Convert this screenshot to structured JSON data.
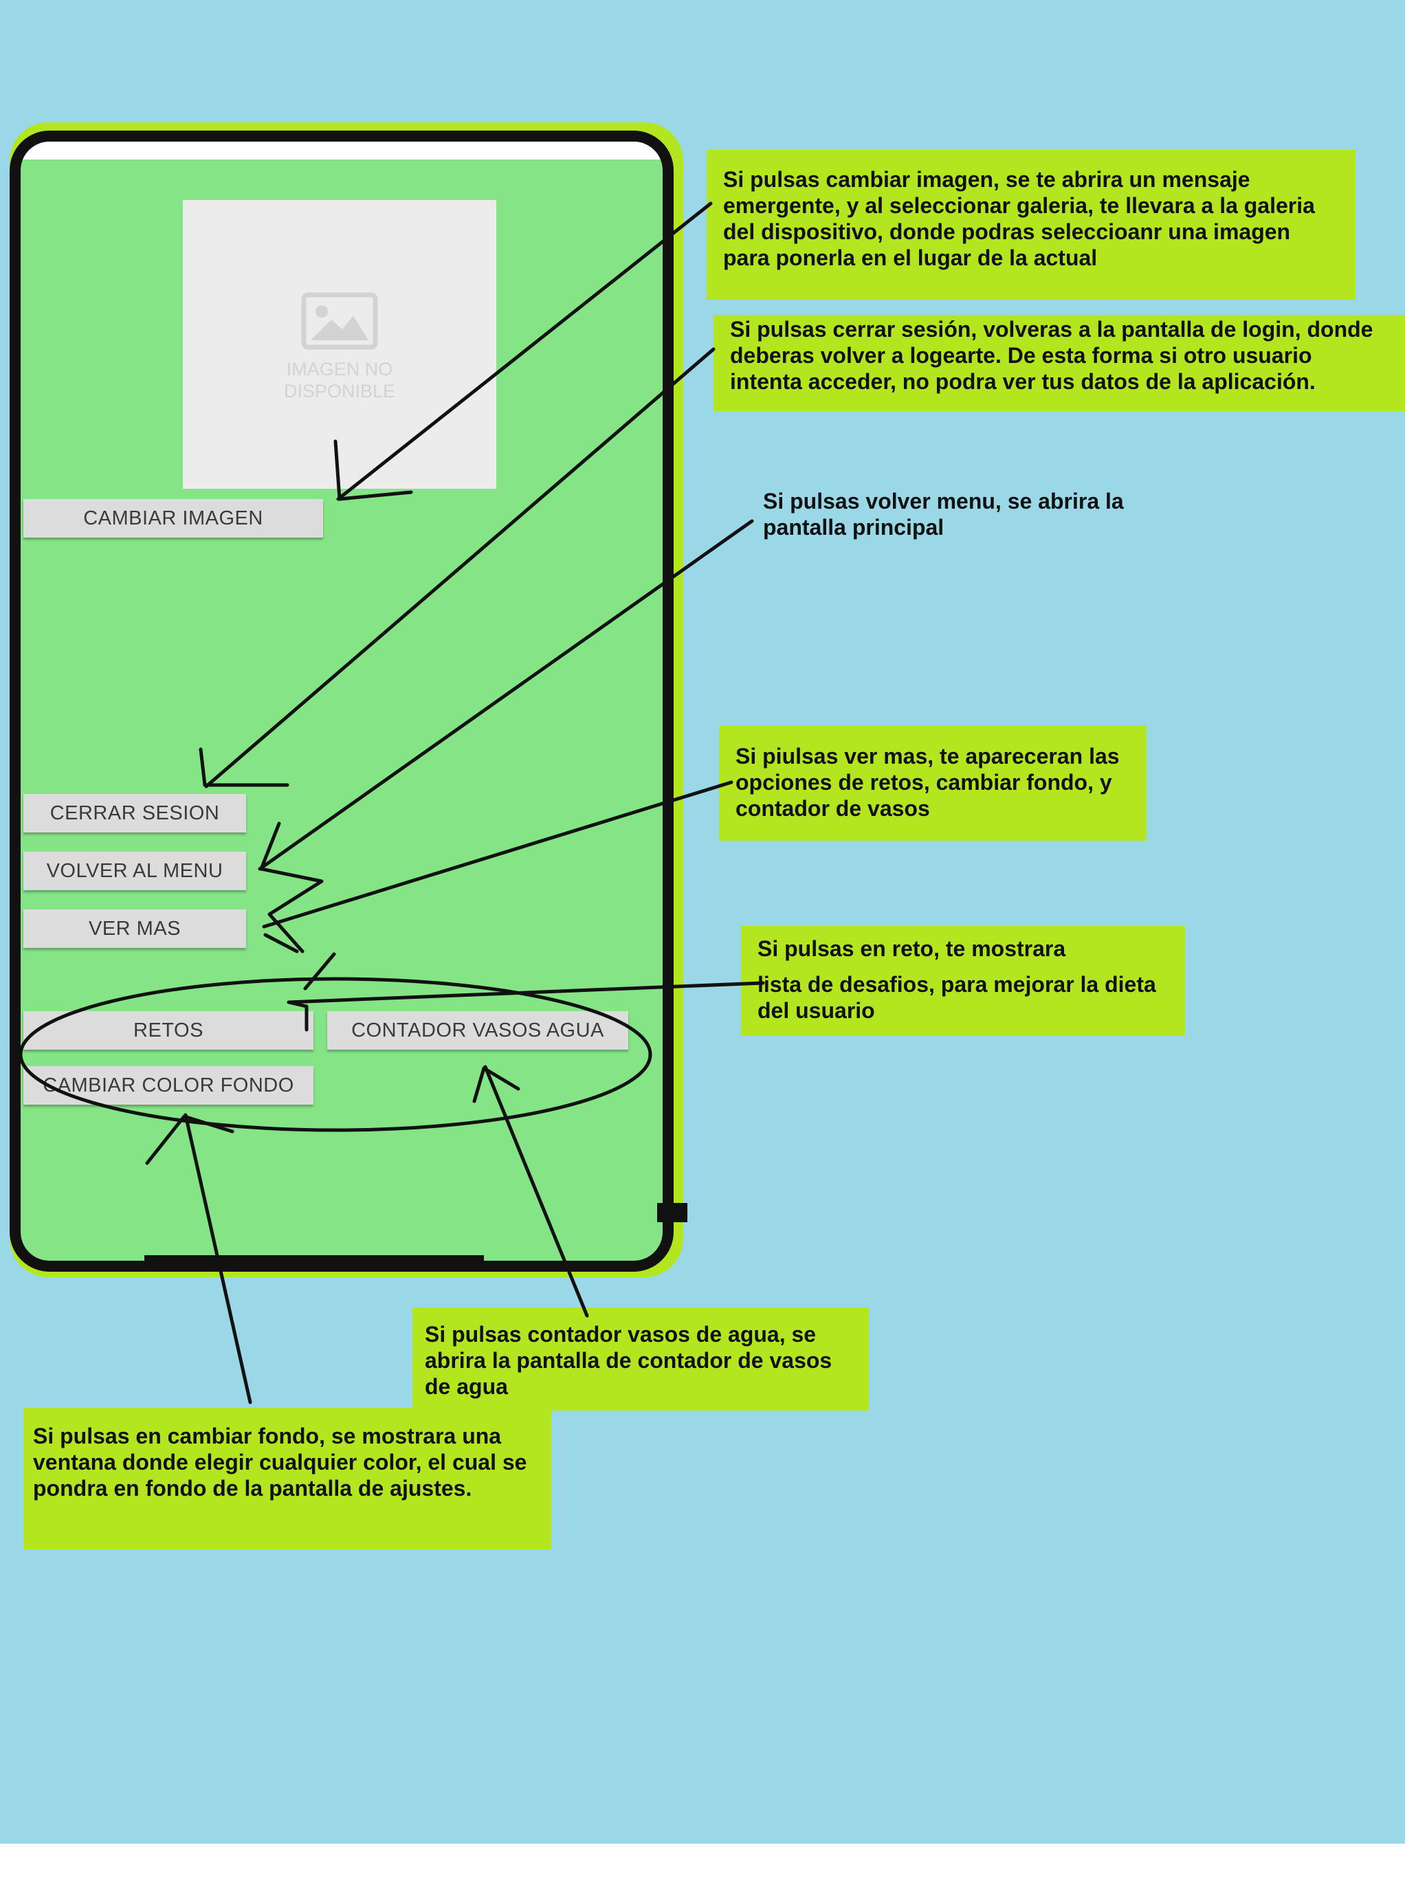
{
  "phone": {
    "image_placeholder": {
      "caption_line1": "IMAGEN NO",
      "caption_line2": "DISPONIBLE",
      "icon": "picture-icon"
    },
    "buttons": {
      "cambiar_imagen": "CAMBIAR IMAGEN",
      "cerrar_sesion": "CERRAR SESION",
      "volver_menu": "VOLVER AL MENU",
      "ver_mas": "VER MAS",
      "retos": "RETOS",
      "contador_vasos": "CONTADOR VASOS AGUA",
      "cambiar_color_fondo": "CAMBIAR COLOR FONDO"
    }
  },
  "notes": {
    "cambiar_imagen": "Si pulsas cambiar imagen, se te abrira un mensaje emergente, y al seleccionar galeria, te llevara a la galeria del dispositivo, donde podras seleccioanr una imagen para ponerla en el lugar de la actual",
    "cerrar_sesion": "Si pulsas cerrar sesión, volveras a la pantalla de login, donde deberas volver a logearte. De esta forma si otro usuario intenta acceder, no podra ver tus datos de la aplicación.",
    "volver_menu": "Si pulsas volver menu, se abrira la pantalla principal",
    "ver_mas": "Si piulsas ver mas, te apareceran las opciones de retos, cambiar fondo, y contador de vasos",
    "retos_line1": "Si pulsas en reto, te mostrara",
    "retos_line2": "lista de desafios, para mejorar la dieta del usuario",
    "contador_vasos": "Si pulsas contador vasos de agua, se abrira la pantalla de contador de vasos de agua",
    "cambiar_fondo": "Si pulsas en cambiar fondo, se mostrara una ventana donde elegir cualquier color, el cual se pondra en fondo de la pantalla de ajustes."
  },
  "colors": {
    "background": "#9ad8e8",
    "phone_screen": "#84e486",
    "phone_glow": "#b3e61f",
    "note_bg": "#b3e61f",
    "button_bg": "#dcdcdc"
  }
}
